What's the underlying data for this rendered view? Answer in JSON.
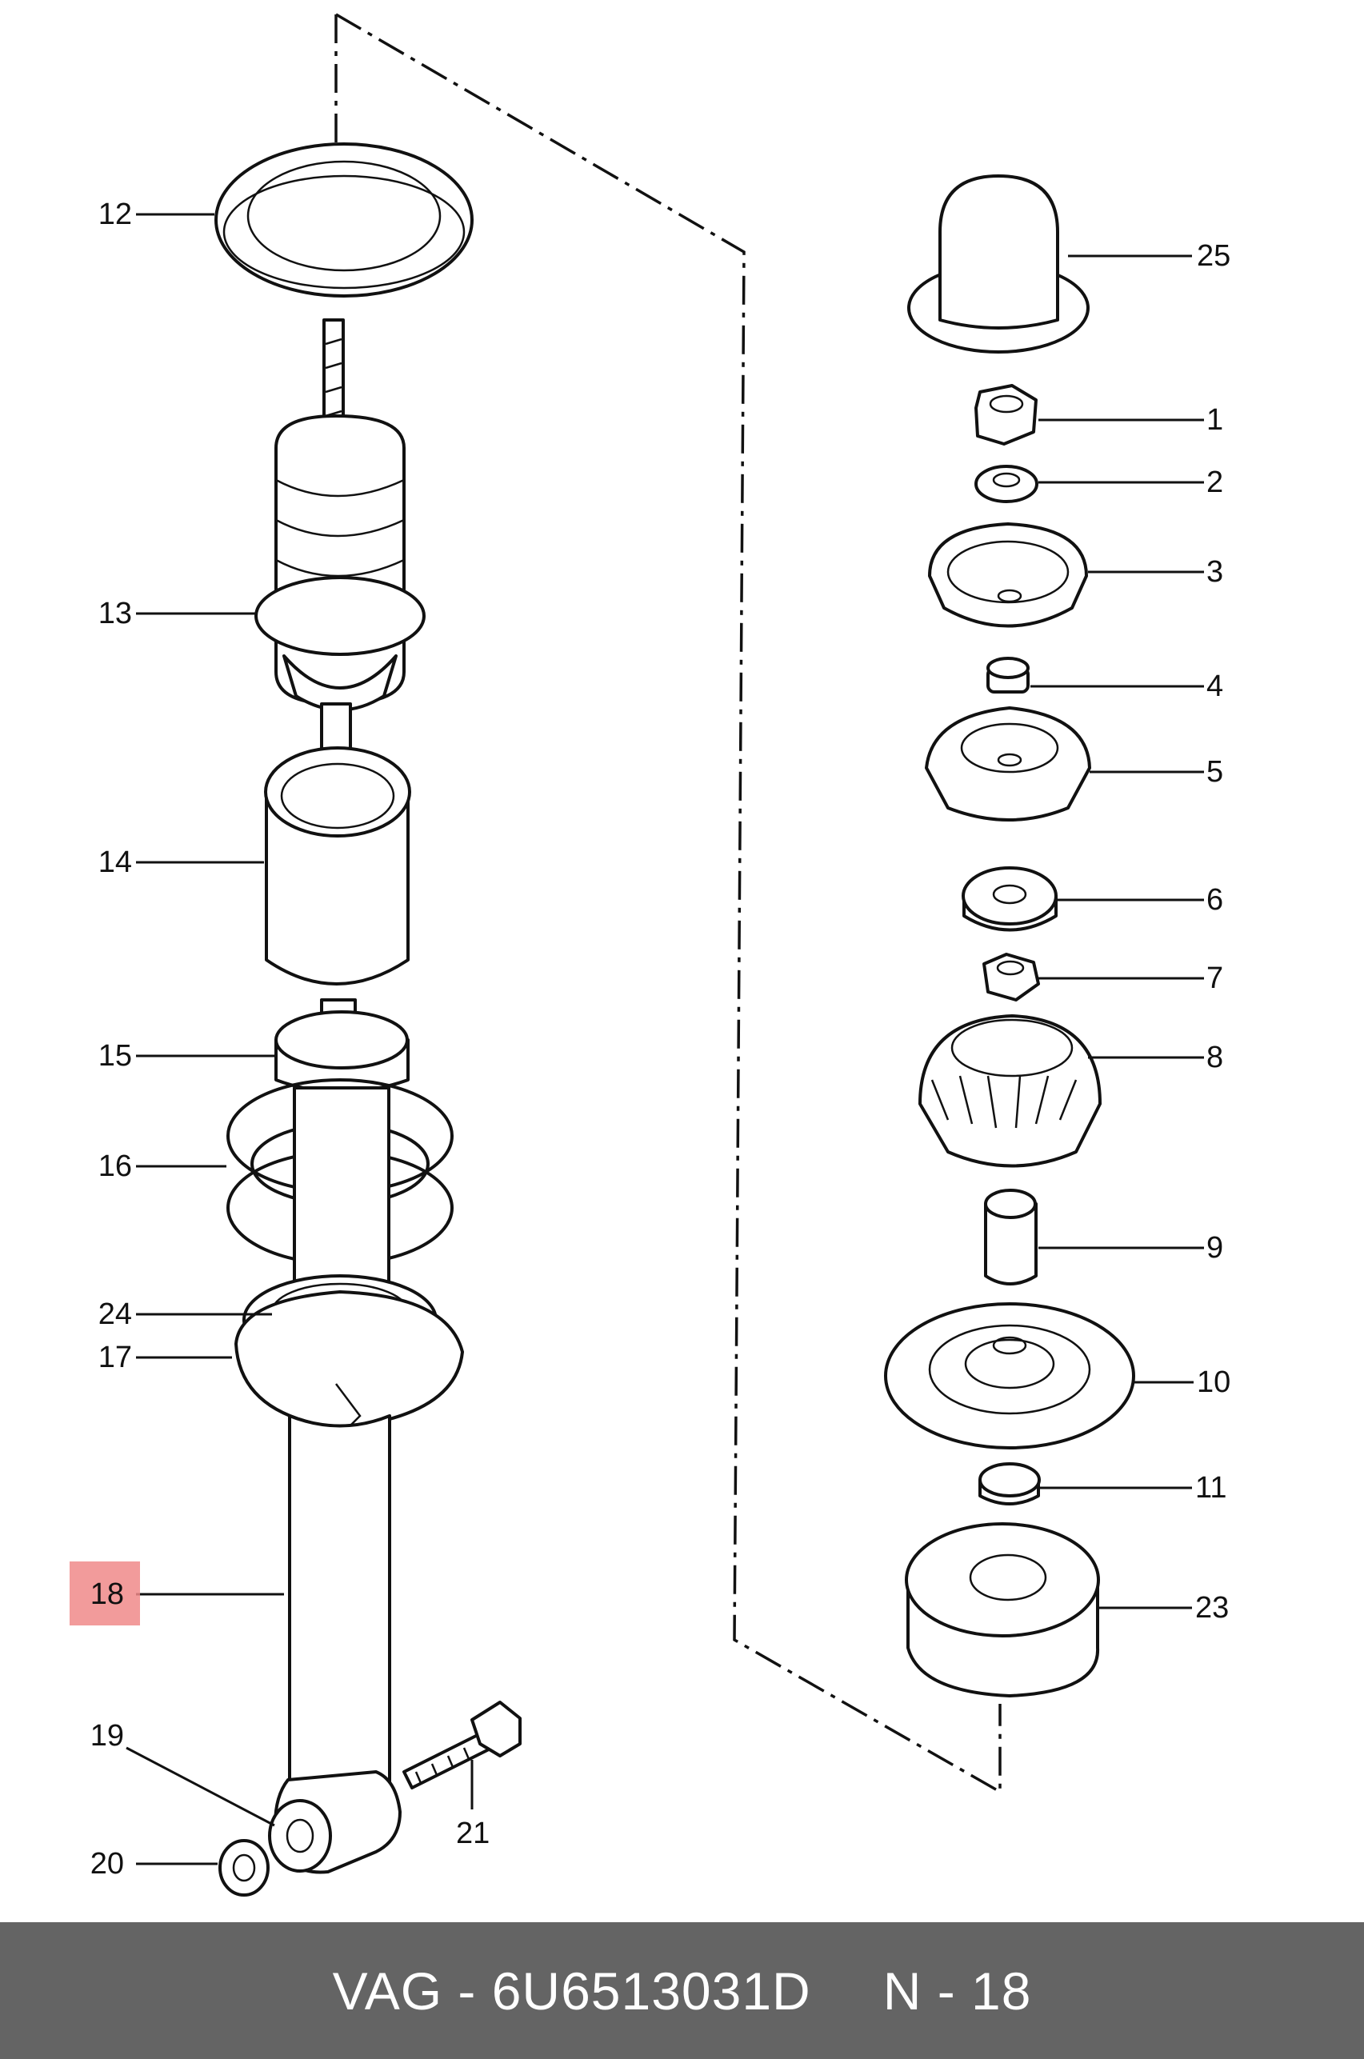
{
  "callouts_right": [
    {
      "id": "25",
      "label": "25"
    },
    {
      "id": "1",
      "label": "1"
    },
    {
      "id": "2",
      "label": "2"
    },
    {
      "id": "3",
      "label": "3"
    },
    {
      "id": "4",
      "label": "4"
    },
    {
      "id": "5",
      "label": "5"
    },
    {
      "id": "6",
      "label": "6"
    },
    {
      "id": "7",
      "label": "7"
    },
    {
      "id": "8",
      "label": "8"
    },
    {
      "id": "9",
      "label": "9"
    },
    {
      "id": "10",
      "label": "10"
    },
    {
      "id": "11",
      "label": "11"
    },
    {
      "id": "23",
      "label": "23"
    }
  ],
  "callouts_left": [
    {
      "id": "12",
      "label": "12"
    },
    {
      "id": "13",
      "label": "13"
    },
    {
      "id": "14",
      "label": "14"
    },
    {
      "id": "15",
      "label": "15"
    },
    {
      "id": "16",
      "label": "16"
    },
    {
      "id": "24",
      "label": "24"
    },
    {
      "id": "17",
      "label": "17"
    },
    {
      "id": "18",
      "label": "18"
    },
    {
      "id": "19",
      "label": "19"
    },
    {
      "id": "20",
      "label": "20"
    },
    {
      "id": "21",
      "label": "21"
    }
  ],
  "highlighted_part": "18",
  "highlight_color": "#f08a8a",
  "footer": {
    "brand_part": "VAG - 6U6513031D",
    "position": "N - 18",
    "background": "#646464"
  }
}
